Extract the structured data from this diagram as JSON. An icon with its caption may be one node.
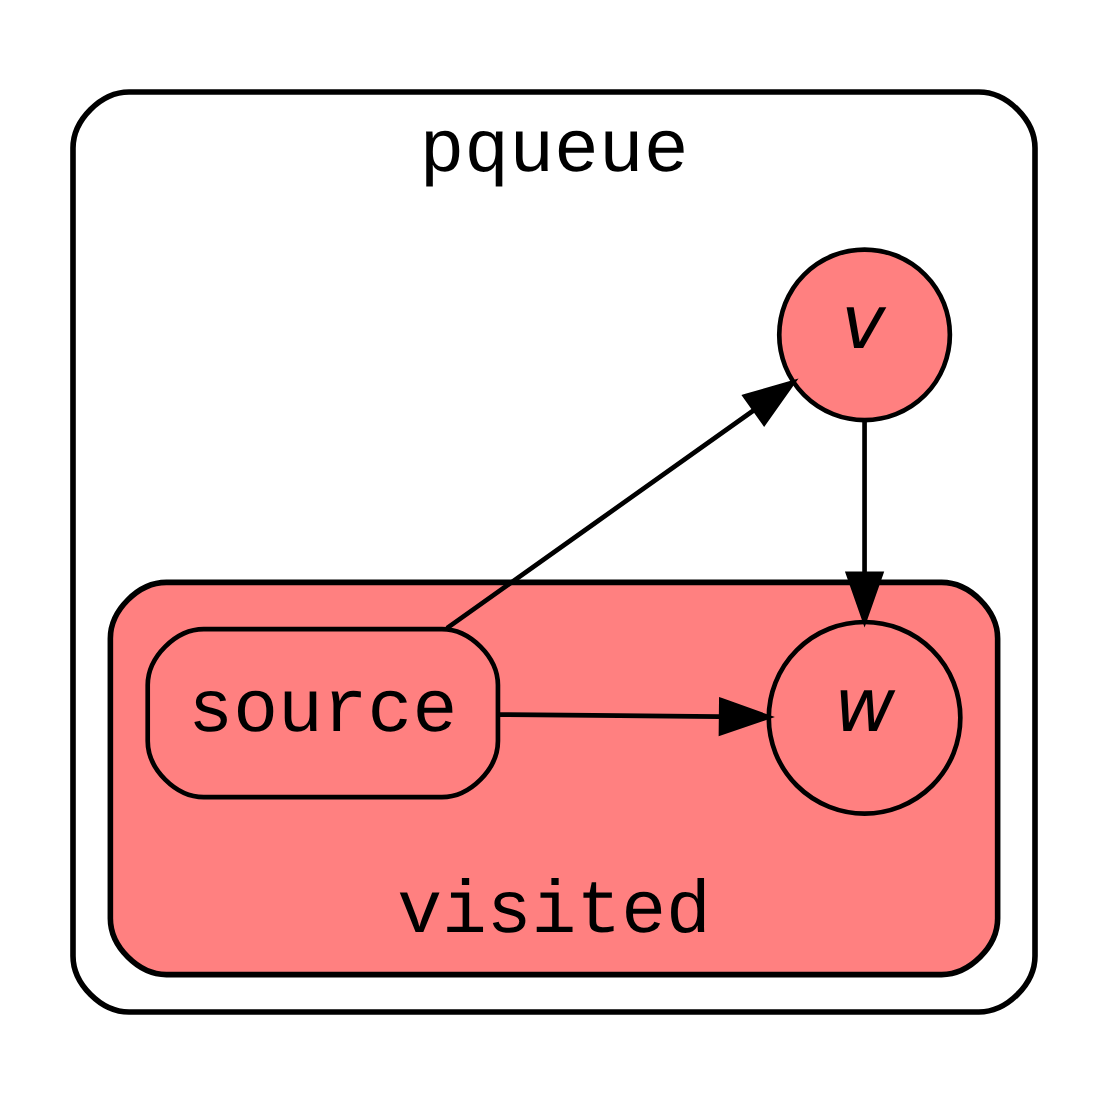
{
  "diagram": {
    "nodes": [
      {
        "text": [
          "pqueue"
        ]
      },
      {
        "text": [
          "visited"
        ],
        "in": 0
      },
      {
        "text": [
          "source"
        ],
        "in": 1
      },
      {
        "text": [
          "w"
        ],
        "in": 1
      },
      {
        "text": [
          "v"
        ],
        "in": 0
      }
    ],
    "edges": [
      {
        "from": 2,
        "to": 3,
        "arrow": "to"
      },
      {
        "from": 2,
        "to": 4,
        "arrow": "to"
      },
      {
        "from": 4,
        "to": 3,
        "arrow": "to"
      }
    ]
  }
}
